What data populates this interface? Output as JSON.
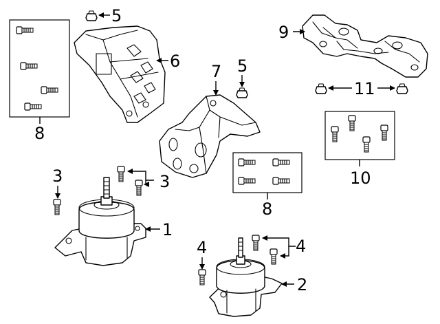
{
  "diagram": {
    "callouts": [
      {
        "id": "c1",
        "label": "1"
      },
      {
        "id": "c2",
        "label": "2"
      },
      {
        "id": "c3a",
        "label": "3"
      },
      {
        "id": "c3b",
        "label": "3"
      },
      {
        "id": "c4a",
        "label": "4"
      },
      {
        "id": "c4b",
        "label": "4"
      },
      {
        "id": "c5a",
        "label": "5"
      },
      {
        "id": "c5b",
        "label": "5"
      },
      {
        "id": "c6",
        "label": "6"
      },
      {
        "id": "c7",
        "label": "7"
      },
      {
        "id": "c8a",
        "label": "8"
      },
      {
        "id": "c8b",
        "label": "8"
      },
      {
        "id": "c9",
        "label": "9"
      },
      {
        "id": "c10",
        "label": "10"
      },
      {
        "id": "c11",
        "label": "11"
      }
    ]
  }
}
